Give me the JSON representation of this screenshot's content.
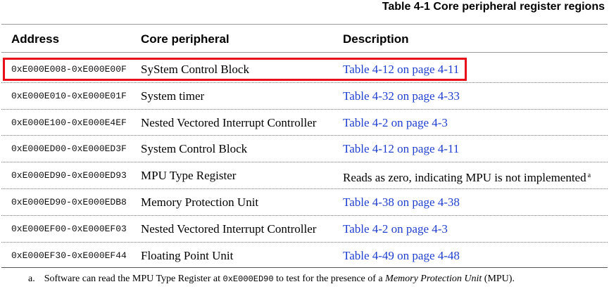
{
  "table": {
    "title": "Table 4-1 Core peripheral register regions",
    "headers": {
      "address": "Address",
      "peripheral": "Core peripheral",
      "description": "Description"
    },
    "rows": [
      {
        "address": "0xE000E008-0xE000E00F",
        "peripheral": "SyStem Control Block",
        "description": "Table 4-12 on page 4-11",
        "is_link": true,
        "footnote_ref": ""
      },
      {
        "address": "0xE000E010-0xE000E01F",
        "peripheral": "System timer",
        "description": "Table 4-32 on page 4-33",
        "is_link": true,
        "footnote_ref": ""
      },
      {
        "address": "0xE000E100-0xE000E4EF",
        "peripheral": "Nested Vectored Interrupt Controller",
        "description": "Table 4-2 on page 4-3",
        "is_link": true,
        "footnote_ref": ""
      },
      {
        "address": "0xE000ED00-0xE000ED3F",
        "peripheral": "System Control Block",
        "description": "Table 4-12 on page 4-11",
        "is_link": true,
        "footnote_ref": ""
      },
      {
        "address": "0xE000ED90-0xE000ED93",
        "peripheral": "MPU Type Register",
        "description": "Reads as zero, indicating MPU is not implemented",
        "is_link": false,
        "footnote_ref": "a"
      },
      {
        "address": "0xE000ED90-0xE000EDB8",
        "peripheral": "Memory Protection Unit",
        "description": "Table 4-38 on page 4-38",
        "is_link": true,
        "footnote_ref": ""
      },
      {
        "address": "0xE000EF00-0xE000EF03",
        "peripheral": "Nested Vectored Interrupt Controller",
        "description": "Table 4-2 on page 4-3",
        "is_link": true,
        "footnote_ref": ""
      },
      {
        "address": "0xE000EF30-0xE000EF44",
        "peripheral": "Floating Point Unit",
        "description": "Table 4-49 on page 4-48",
        "is_link": true,
        "footnote_ref": ""
      }
    ]
  },
  "footnote": {
    "marker": "a.",
    "text_before": "Software can read the MPU Type Register at ",
    "code": "0xE000ED90",
    "text_middle": " to test for the presence of a ",
    "emphasis": "Memory Protection Unit",
    "text_after": " (MPU)."
  },
  "colors": {
    "link": "#1f3fcf",
    "highlight_box": "#e8111a",
    "rule": "#9a9a9a"
  }
}
